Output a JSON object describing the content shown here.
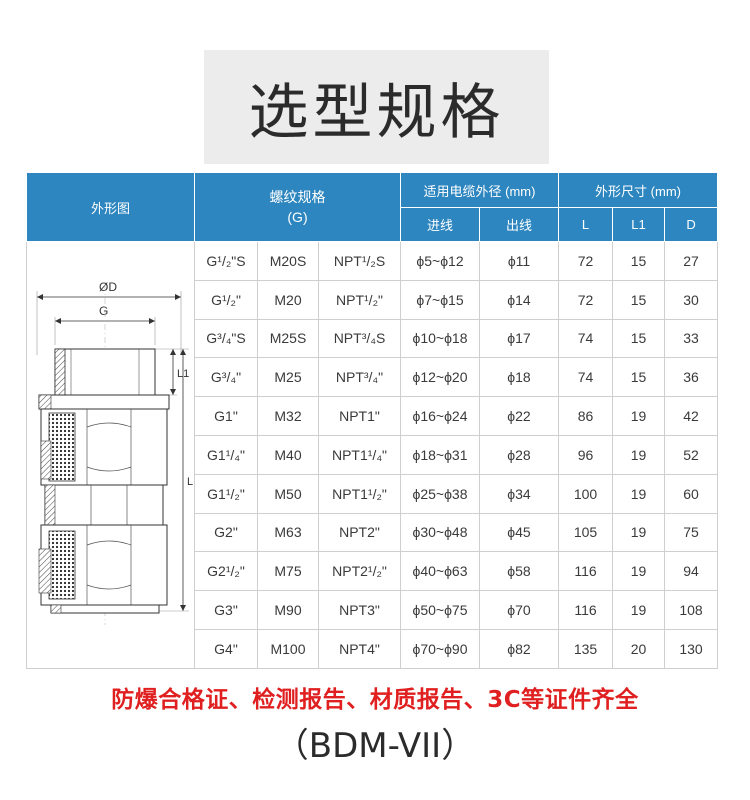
{
  "title": "选型规格",
  "table": {
    "headers": {
      "drawing": "外形图",
      "thread_line1": "螺纹规格",
      "thread_line2": "(G)",
      "cable": "适用电缆外径 (mm)",
      "inlet": "进线",
      "outlet": "出线",
      "dims": "外形尺寸 (mm)",
      "L": "L",
      "L1": "L1",
      "D": "D"
    },
    "rows": [
      {
        "g": "G¹/₂\"S",
        "m": "M20S",
        "npt": "NPT¹/₂S",
        "inlet": "ϕ5~ϕ12",
        "outlet": "ϕ11",
        "L": "72",
        "L1": "15",
        "D": "27"
      },
      {
        "g": "G¹/₂\"",
        "m": "M20",
        "npt": "NPT¹/₂\"",
        "inlet": "ϕ7~ϕ15",
        "outlet": "ϕ14",
        "L": "72",
        "L1": "15",
        "D": "30"
      },
      {
        "g": "G³/₄\"S",
        "m": "M25S",
        "npt": "NPT³/₄S",
        "inlet": "ϕ10~ϕ18",
        "outlet": "ϕ17",
        "L": "74",
        "L1": "15",
        "D": "33"
      },
      {
        "g": "G³/₄\"",
        "m": "M25",
        "npt": "NPT³/₄\"",
        "inlet": "ϕ12~ϕ20",
        "outlet": "ϕ18",
        "L": "74",
        "L1": "15",
        "D": "36"
      },
      {
        "g": "G1\"",
        "m": "M32",
        "npt": "NPT1\"",
        "inlet": "ϕ16~ϕ24",
        "outlet": "ϕ22",
        "L": "86",
        "L1": "19",
        "D": "42"
      },
      {
        "g": "G1¹/₄\"",
        "m": "M40",
        "npt": "NPT1¹/₄\"",
        "inlet": "ϕ18~ϕ31",
        "outlet": "ϕ28",
        "L": "96",
        "L1": "19",
        "D": "52"
      },
      {
        "g": "G1¹/₂\"",
        "m": "M50",
        "npt": "NPT1¹/₂\"",
        "inlet": "ϕ25~ϕ38",
        "outlet": "ϕ34",
        "L": "100",
        "L1": "19",
        "D": "60"
      },
      {
        "g": "G2\"",
        "m": "M63",
        "npt": "NPT2\"",
        "inlet": "ϕ30~ϕ48",
        "outlet": "ϕ45",
        "L": "105",
        "L1": "19",
        "D": "75"
      },
      {
        "g": "G2¹/₂\"",
        "m": "M75",
        "npt": "NPT2¹/₂\"",
        "inlet": "ϕ40~ϕ63",
        "outlet": "ϕ58",
        "L": "116",
        "L1": "19",
        "D": "94"
      },
      {
        "g": "G3\"",
        "m": "M90",
        "npt": "NPT3\"",
        "inlet": "ϕ50~ϕ75",
        "outlet": "ϕ70",
        "L": "116",
        "L1": "19",
        "D": "108"
      },
      {
        "g": "G4\"",
        "m": "M100",
        "npt": "NPT4\"",
        "inlet": "ϕ70~ϕ90",
        "outlet": "ϕ82",
        "L": "135",
        "L1": "20",
        "D": "130"
      }
    ]
  },
  "drawing_labels": {
    "od": "ØD",
    "g": "G",
    "l1": "L1",
    "l": "L"
  },
  "certification": "防爆合格证、检测报告、材质报告、3C等证件齐全",
  "model": "（BDM-VII）",
  "colors": {
    "header_bg": "#2d86bf",
    "cert_red": "#e02020"
  }
}
